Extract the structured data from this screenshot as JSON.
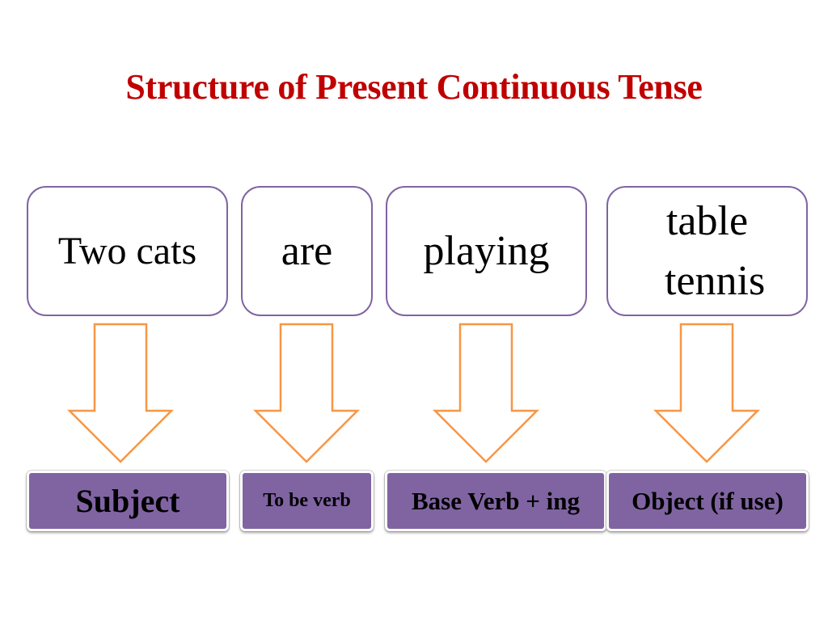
{
  "title": "Structure of Present Continuous Tense",
  "sentence_parts": [
    {
      "text": "Two cats",
      "role": "Subject"
    },
    {
      "text": "are",
      "role": "To be verb"
    },
    {
      "text": "playing",
      "role": "Base Verb + ing"
    },
    {
      "text": "table tennis",
      "role": "Object (if use)"
    }
  ],
  "colors": {
    "title": "#c00000",
    "box_border": "#8064a2",
    "role_fill": "#8064a2",
    "arrow_outline": "#f79646"
  }
}
